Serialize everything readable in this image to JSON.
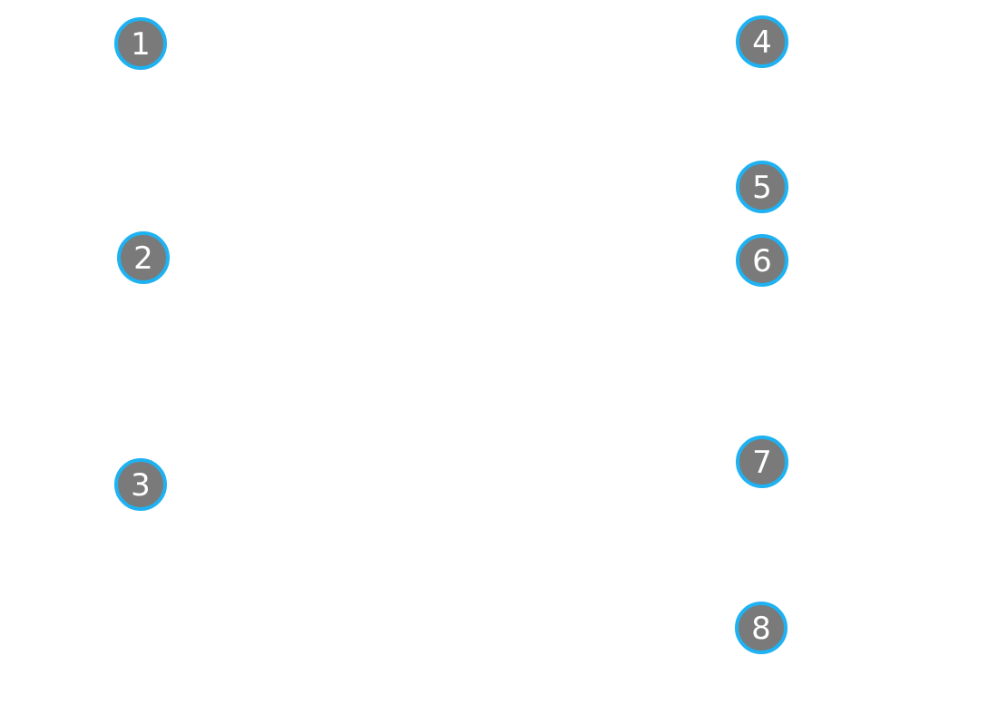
{
  "markers": [
    {
      "label": "1"
    },
    {
      "label": "2"
    },
    {
      "label": "3"
    },
    {
      "label": "4"
    },
    {
      "label": "5"
    },
    {
      "label": "6"
    },
    {
      "label": "7"
    },
    {
      "label": "8"
    }
  ],
  "colors": {
    "marker_fill": "#7a7a7a",
    "marker_border": "#1eb2f2",
    "marker_text": "#ffffff",
    "background": "#ffffff"
  }
}
